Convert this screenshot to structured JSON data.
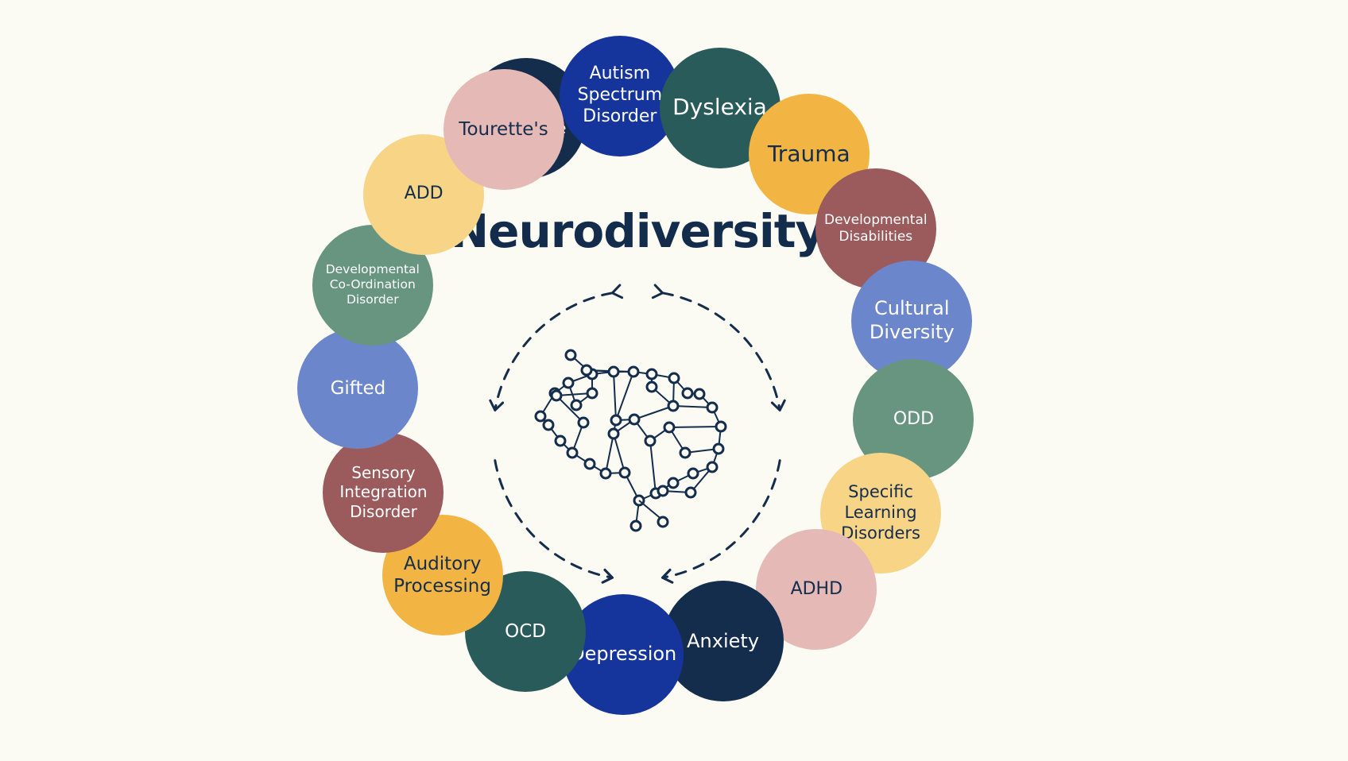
{
  "title": "Neurodiversity",
  "colors": {
    "background": "#fbfbf4",
    "navy": "#142d4c",
    "royal_blue": "#15359c",
    "teal": "#285b5a",
    "sage": "#679580",
    "periwinkle": "#6c86cc",
    "maroon": "#9b5a5b",
    "gold": "#f2b544",
    "light_gold": "#f8d487",
    "pink": "#e4b9b6"
  },
  "center_icon": "brain-network-icon",
  "cycle_icon": "dashed-circular-arrows-icon",
  "items": [
    {
      "label": "Downs\nSyndrome",
      "color": "#142d4c",
      "text_color": "#ffffff"
    },
    {
      "label": "Autism\nSpectrum\nDisorder",
      "color": "#15359c",
      "text_color": "#ffffff"
    },
    {
      "label": "Dyslexia",
      "color": "#285b5a",
      "text_color": "#ffffff"
    },
    {
      "label": "Trauma",
      "color": "#f2b544",
      "text_color": "#142d4c"
    },
    {
      "label": "Developmental\nDisabilities",
      "color": "#9b5a5b",
      "text_color": "#ffffff"
    },
    {
      "label": "Cultural\nDiversity",
      "color": "#6c86cc",
      "text_color": "#ffffff"
    },
    {
      "label": "ODD",
      "color": "#679580",
      "text_color": "#ffffff"
    },
    {
      "label": "Specific\nLearning\nDisorders",
      "color": "#f8d487",
      "text_color": "#142d4c"
    },
    {
      "label": "ADHD",
      "color": "#e4b9b6",
      "text_color": "#142d4c"
    },
    {
      "label": "Anxiety",
      "color": "#142d4c",
      "text_color": "#ffffff"
    },
    {
      "label": "Depression",
      "color": "#15359c",
      "text_color": "#ffffff"
    },
    {
      "label": "OCD",
      "color": "#285b5a",
      "text_color": "#ffffff"
    },
    {
      "label": "Auditory\nProcessing",
      "color": "#f2b544",
      "text_color": "#142d4c"
    },
    {
      "label": "Sensory\nIntegration\nDisorder",
      "color": "#9b5a5b",
      "text_color": "#ffffff"
    },
    {
      "label": "Gifted",
      "color": "#6c86cc",
      "text_color": "#ffffff"
    },
    {
      "label": "Developmental\nCo-Ordination\nDisorder",
      "color": "#679580",
      "text_color": "#ffffff"
    },
    {
      "label": "ADD",
      "color": "#f8d487",
      "text_color": "#142d4c"
    },
    {
      "label": "Tourette's",
      "color": "#e4b9b6",
      "text_color": "#142d4c"
    }
  ]
}
